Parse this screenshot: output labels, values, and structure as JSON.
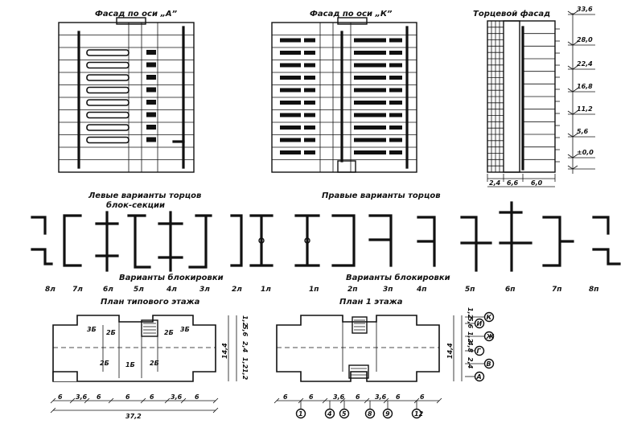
{
  "facades": {
    "facade_a_title": "Фасад по оси „А”",
    "facade_k_title": "Фасад по оси „К”",
    "end_facade_title": "Торцевой фасад",
    "elevations": [
      "33,6",
      "28,0",
      "22,4",
      "16,8",
      "11,2",
      "5,6",
      "±0,0"
    ],
    "end_dims": [
      "2,4",
      "6,6",
      "6,0"
    ]
  },
  "variants": {
    "left_title_line1": "Левые варианты торцов",
    "left_title_line2": "блок-секции",
    "right_title": "Правые варианты торцов",
    "blocking_left": "Варианты блокировки",
    "blocking_right": "Варианты блокировки",
    "left_labels": [
      "8л",
      "7л",
      "6л",
      "5л",
      "4л",
      "3л",
      "2л",
      "1л"
    ],
    "right_labels": [
      "1п",
      "2п",
      "3п",
      "4п",
      "5п",
      "6п",
      "7п",
      "8п"
    ]
  },
  "plans": {
    "typical_title": "План типового этажа",
    "first_title": "План 1 этажа",
    "apartments_top": [
      "3Б",
      "2Б",
      "2Б",
      "3Б"
    ],
    "apartments_bottom": [
      "2Б",
      "1Б",
      "2Б"
    ],
    "bottom_dims": [
      "6",
      "3,6",
      "6",
      "6",
      "6",
      "3,6",
      "6"
    ],
    "total_width": "37,2",
    "depth_dims": [
      "1,2",
      "5,6",
      "2,4",
      "1,2",
      "1,2"
    ],
    "total_depth": "14,4",
    "first_bottom_dims": [
      "6",
      "6",
      "3,6",
      "6",
      "3,6",
      "6",
      "6"
    ],
    "first_depth_dims": [
      "1,2",
      "5,6",
      "1,2",
      "4,8",
      "2,4"
    ],
    "first_total_depth": "14,4",
    "axis_bubbles_right": [
      "К",
      "И",
      "Ж",
      "Г",
      "В",
      "А"
    ],
    "axis_bubbles_bottom": [
      "1",
      "4",
      "5",
      "8",
      "9",
      "12"
    ]
  }
}
